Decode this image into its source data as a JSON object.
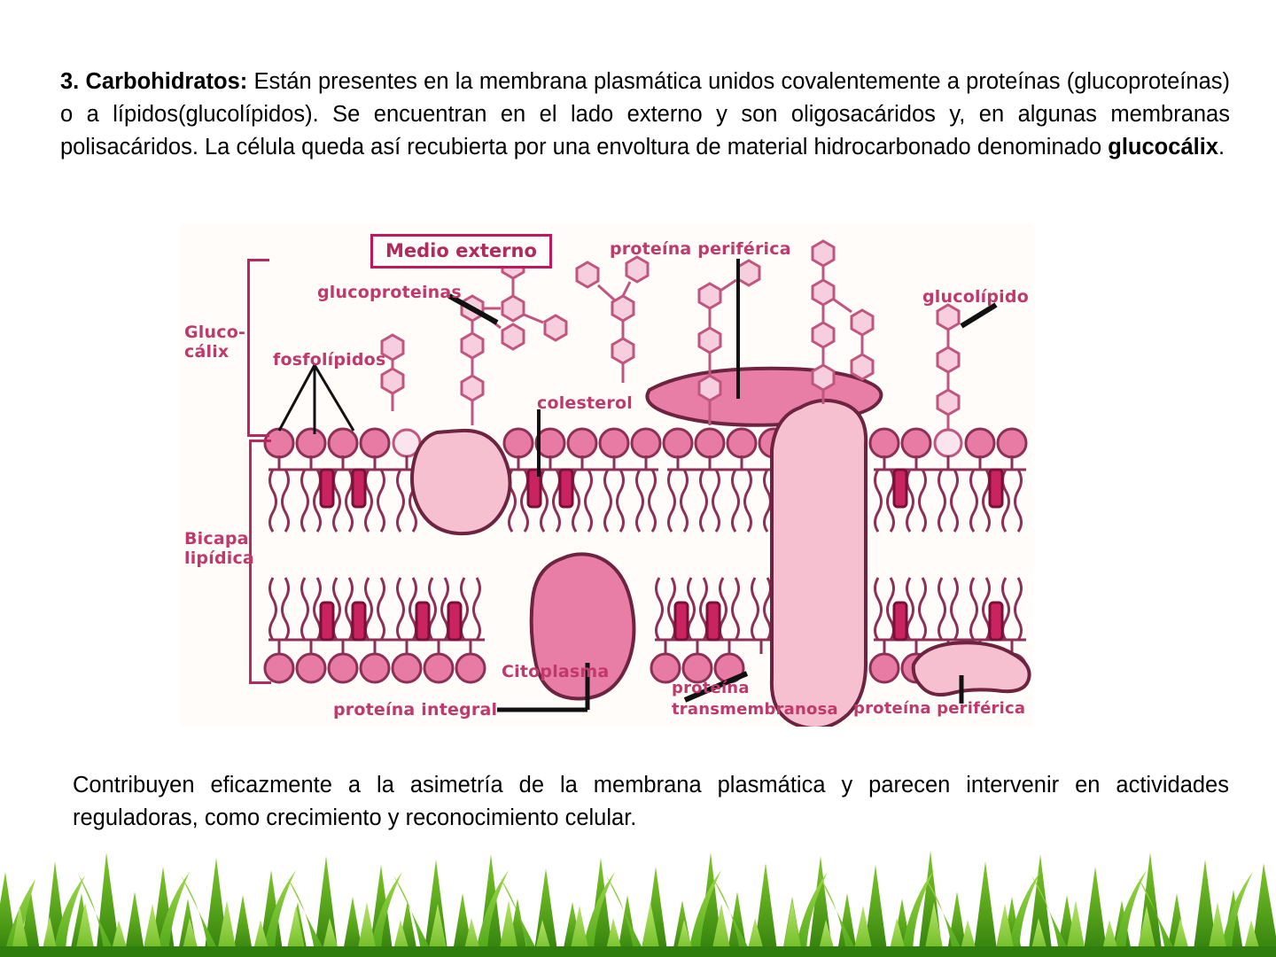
{
  "slide": {
    "background_color": "#ffffff",
    "top_paragraph": {
      "lead": "3. Carbohidratos:",
      "body": " Están presentes en la membrana plasmática unidos covalentemente a proteínas (glucoproteínas) o a lípidos(glucolípidos). Se encuentran en el lado externo y son oligosacáridos y, en algunas membranas polisacáridos. La célula queda así recubierta por una envoltura de material hidrocarbonado denominado ",
      "emphasis": "glucocálix",
      "tail": "."
    },
    "bottom_paragraph": {
      "text": "Contribuyen  eficazmente a la asimetría de la membrana plasmática y parecen intervenir en  actividades reguladoras, como crecimiento y reconocimiento celular."
    }
  },
  "diagram": {
    "title_box": "Medio externo",
    "labels": {
      "glucocalix_line1": "Gluco-",
      "glucocalix_line2": "cálix",
      "bicapa_line1": "Bicapa",
      "bicapa_line2": "lipídica",
      "glucoproteinas": "glucoproteinas",
      "fosfolipidos": "fosfolípidos",
      "colesterol": "colesterol",
      "proteina_periferica_top": "proteína periférica",
      "glucolipido": "glucolípido",
      "citoplasma": "Citoplasma",
      "proteina_integral": "proteína integral",
      "proteina_transmembranosa_line1": "proteína",
      "proteina_transmembranosa_line2": "transmembranosa",
      "proteina_periferica_bottom": "proteína periférica"
    },
    "colors": {
      "background": "#fffcfa",
      "label_text": "#c0396b",
      "box_border": "#c2185b",
      "head_fill": "#e87ba3",
      "head_stroke": "#8d3055",
      "tail_stroke": "#8d3055",
      "cholesterol_fill": "#c9245f",
      "sugar_fill": "#f7cede",
      "sugar_stroke": "#c0557e",
      "protein_dark": "#e87da5",
      "protein_light": "#f6c0d0",
      "protein_stroke": "#6d2440",
      "leader_line": "#111111"
    }
  },
  "decoration": {
    "grass_band": "grass-border",
    "grass_colors": [
      "#4aa515",
      "#7ec92a",
      "#2f7d0c",
      "#9fd84a"
    ]
  }
}
